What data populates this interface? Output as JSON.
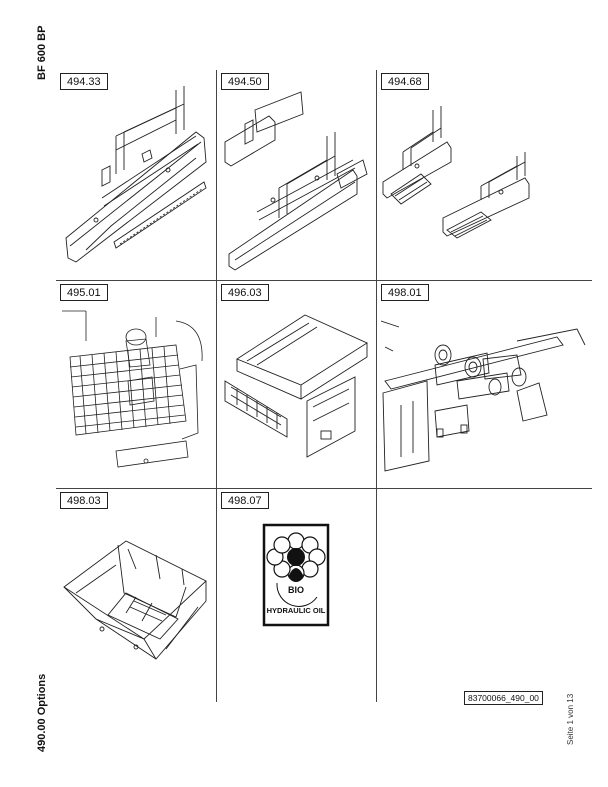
{
  "page": {
    "model": "BF 600 BP",
    "section_title": "490.00 Options",
    "page_number": "Seite 1 von 13",
    "document_ref": "83700066_490_00"
  },
  "parts": [
    {
      "code": "494.33",
      "icon": "hopper-side-plate-drawing"
    },
    {
      "code": "494.50",
      "icon": "side-plate-extension-drawing"
    },
    {
      "code": "494.68",
      "icon": "end-plate-drawing"
    },
    {
      "code": "495.01",
      "icon": "platform-grid-drawing"
    },
    {
      "code": "496.03",
      "icon": "roof-cover-drawing"
    },
    {
      "code": "498.01",
      "icon": "hydraulic-cylinder-drawing"
    },
    {
      "code": "498.03",
      "icon": "hopper-drawing"
    },
    {
      "code": "498.07",
      "icon": "bio-oil-logo"
    },
    {
      "code": "",
      "icon": ""
    }
  ],
  "bio_logo": {
    "word": "BIO",
    "arc_text": "HYDRAULIC OIL"
  }
}
